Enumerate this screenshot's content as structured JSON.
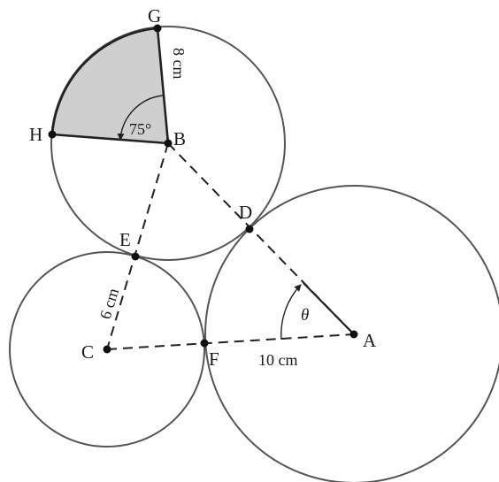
{
  "points": {
    "A": "A",
    "B": "B",
    "C": "C",
    "D": "D",
    "E": "E",
    "F": "F",
    "G": "G",
    "H": "H"
  },
  "measurements": {
    "bg": "8 cm",
    "ce": "6 cm",
    "af": "10 cm",
    "sector_angle": "75°",
    "theta": "θ"
  },
  "colors": {
    "circle_stroke": "#555555",
    "line": "#222222",
    "sector_fill": "#cfcfcf"
  }
}
